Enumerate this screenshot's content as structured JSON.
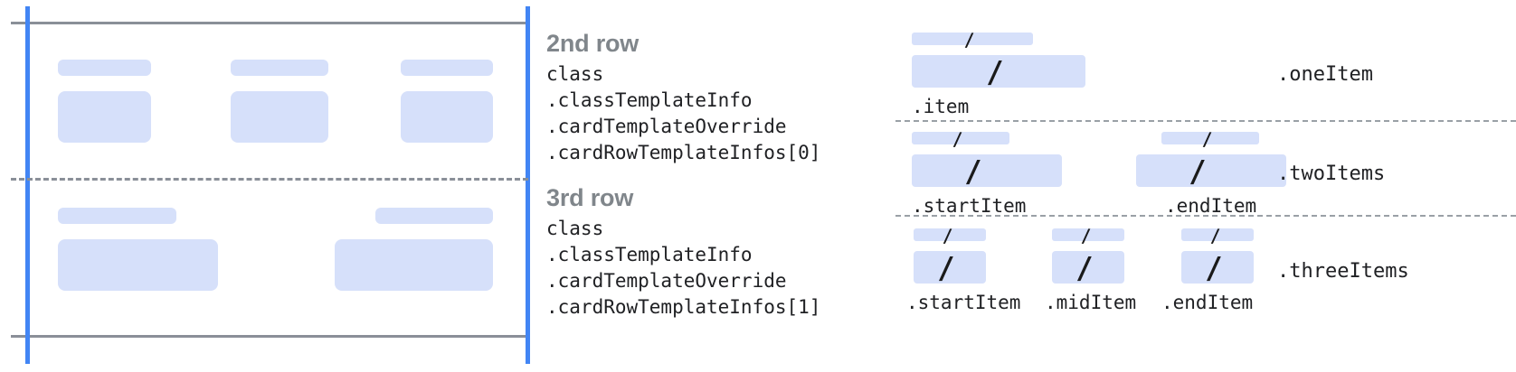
{
  "colors": {
    "placeholder": "#d6e0fa",
    "guide_blue": "#4285f4",
    "rule_grey": "#8a8f98",
    "title_grey": "#80868b",
    "code_text": "#202124",
    "background": "#ffffff"
  },
  "left_panel": {
    "name": "card-layout-preview",
    "glyph": "/",
    "rows": [
      {
        "name": "second-row-preview",
        "cells": [
          {
            "label_bar": true,
            "body": true
          },
          {
            "label_bar": true,
            "body": true
          },
          {
            "label_bar": true,
            "body": true
          }
        ]
      },
      {
        "name": "third-row-preview",
        "cells": [
          {
            "label_bar": true,
            "body": true
          },
          {
            "label_bar": true,
            "body": true
          }
        ]
      }
    ]
  },
  "descriptions": [
    {
      "title": "2nd row",
      "code_lines": [
        "class",
        ".classTemplateInfo",
        ".cardTemplateOverride",
        ".cardRowTemplateInfos[0]"
      ]
    },
    {
      "title": "3rd row",
      "code_lines": [
        "class",
        ".classTemplateInfo",
        ".cardTemplateOverride",
        ".cardRowTemplateInfos[1]"
      ]
    }
  ],
  "right_panel": {
    "glyph": "/",
    "groups": [
      {
        "name": "one-item-group",
        "side_label": ".oneItem",
        "items": [
          {
            "label": ".item"
          }
        ]
      },
      {
        "name": "two-items-group",
        "side_label": ".twoItems",
        "items": [
          {
            "label": ".startItem"
          },
          {
            "label": ".endItem"
          }
        ]
      },
      {
        "name": "three-items-group",
        "side_label": ".threeItems",
        "items": [
          {
            "label": ".startItem"
          },
          {
            "label": ".midItem"
          },
          {
            "label": ".endItem"
          }
        ]
      }
    ]
  }
}
